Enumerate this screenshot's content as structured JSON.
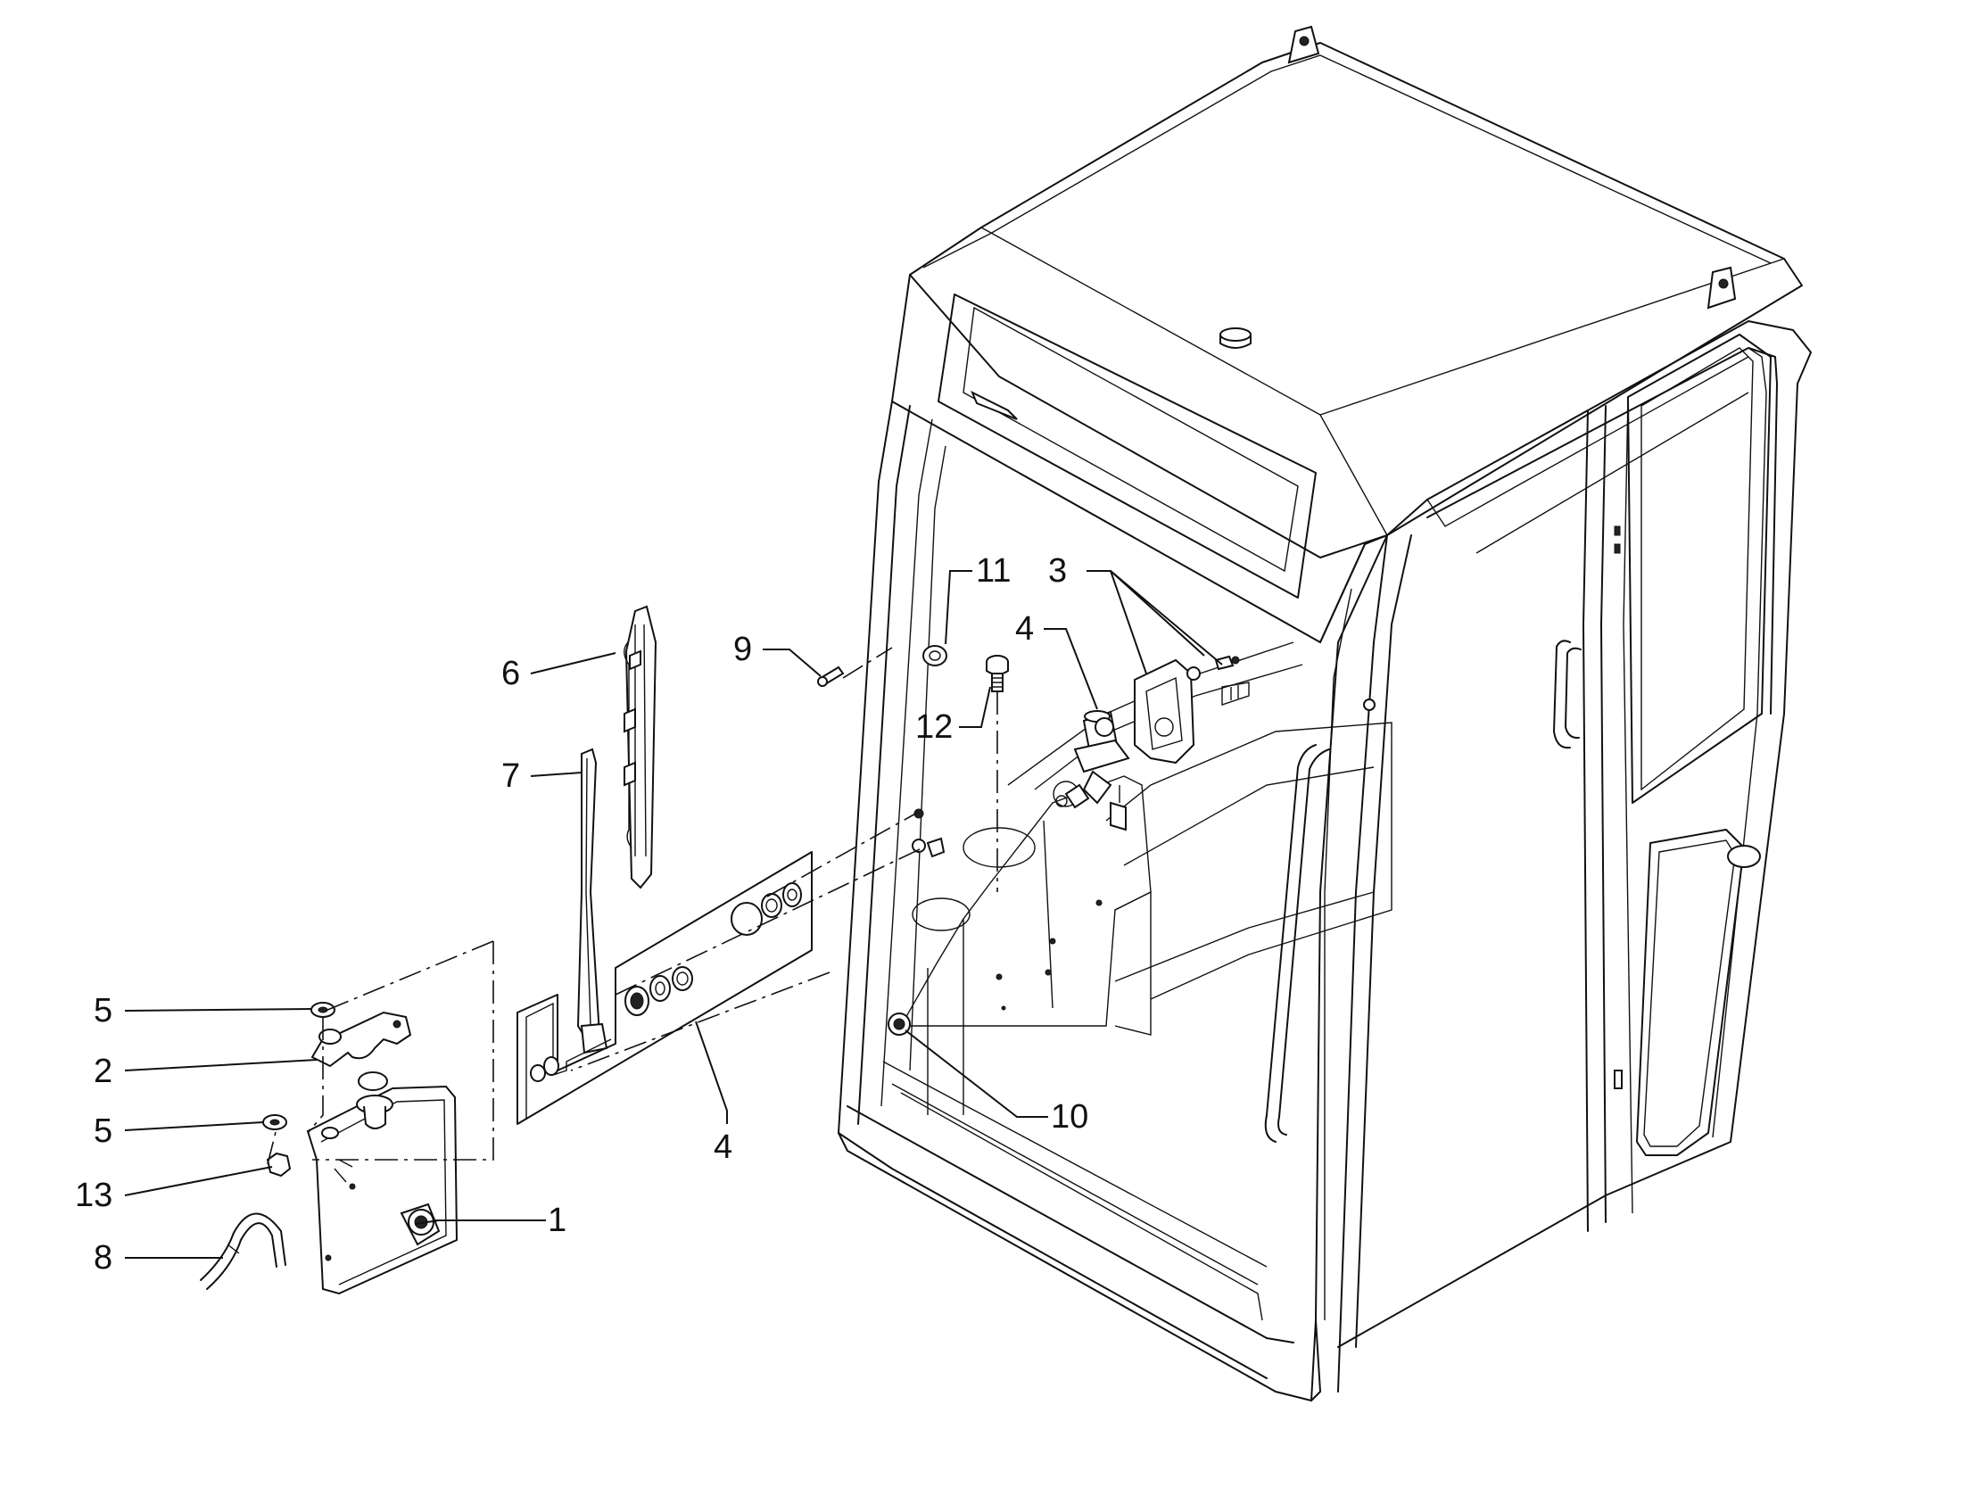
{
  "callouts": [
    {
      "id": "c1",
      "label": "1"
    },
    {
      "id": "c2",
      "label": "2"
    },
    {
      "id": "c3",
      "label": "3"
    },
    {
      "id": "c4a",
      "label": "4"
    },
    {
      "id": "c4b",
      "label": "4"
    },
    {
      "id": "c5a",
      "label": "5"
    },
    {
      "id": "c5b",
      "label": "5"
    },
    {
      "id": "c6",
      "label": "6"
    },
    {
      "id": "c7",
      "label": "7"
    },
    {
      "id": "c8",
      "label": "8"
    },
    {
      "id": "c9",
      "label": "9"
    },
    {
      "id": "c10",
      "label": "10"
    },
    {
      "id": "c11",
      "label": "11"
    },
    {
      "id": "c12",
      "label": "12"
    },
    {
      "id": "c13",
      "label": "13"
    }
  ]
}
